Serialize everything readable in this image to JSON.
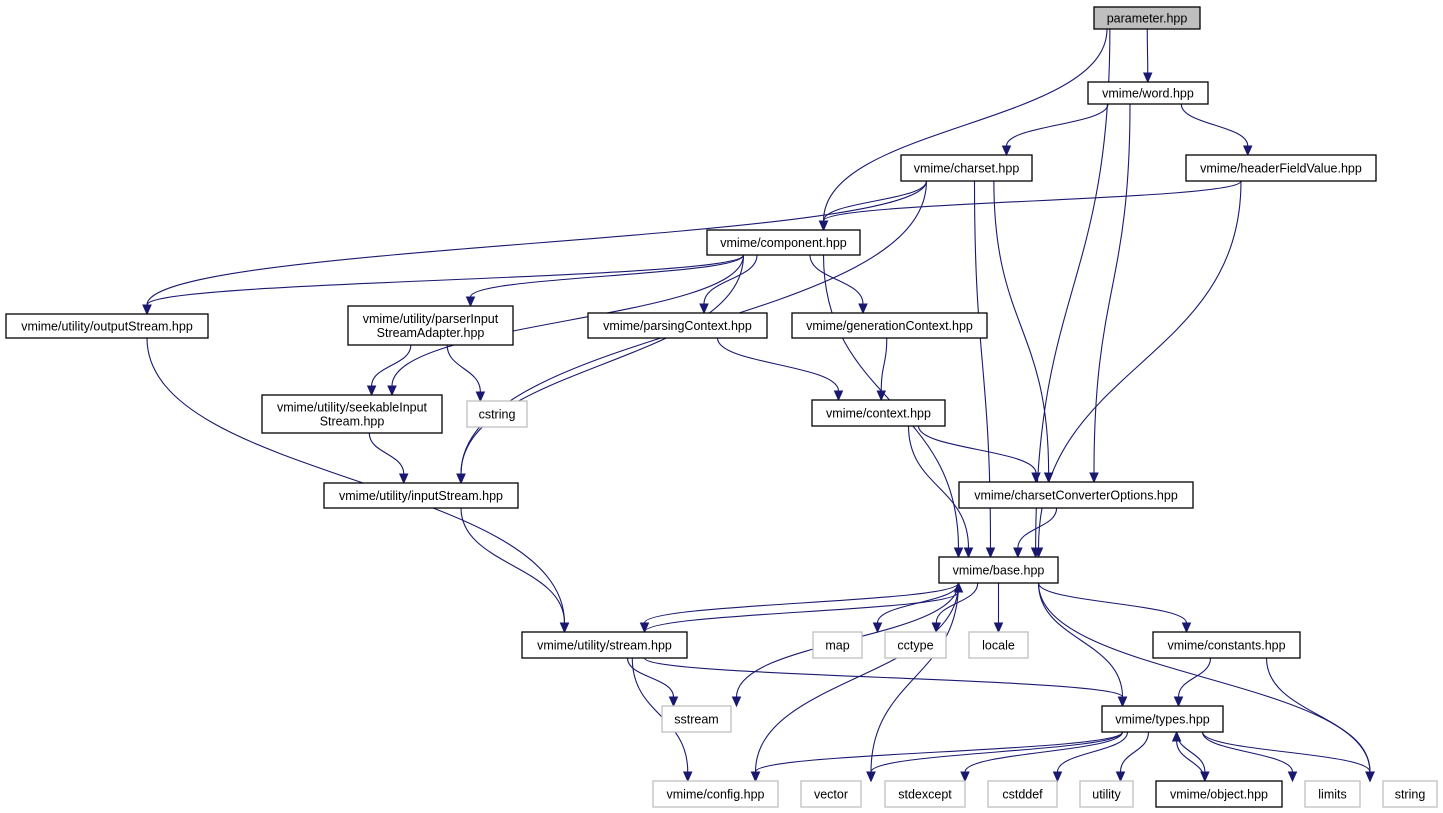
{
  "colors": {
    "edge": "#191970",
    "root_fill": "#bfbfbf",
    "node_border": "#000000",
    "system_border": "#bfbfbf",
    "background": "#ffffff"
  },
  "nodes": {
    "parameter": {
      "lines": [
        "parameter.hpp"
      ],
      "kind": "root"
    },
    "word": {
      "lines": [
        "vmime/word.hpp"
      ],
      "kind": "local"
    },
    "charset": {
      "lines": [
        "vmime/charset.hpp"
      ],
      "kind": "local"
    },
    "headerFieldValue": {
      "lines": [
        "vmime/headerFieldValue.hpp"
      ],
      "kind": "local"
    },
    "component": {
      "lines": [
        "vmime/component.hpp"
      ],
      "kind": "local"
    },
    "outputStream": {
      "lines": [
        "vmime/utility/outputStream.hpp"
      ],
      "kind": "local"
    },
    "parserInputStreamAdapter": {
      "lines": [
        "vmime/utility/parserInput",
        "StreamAdapter.hpp"
      ],
      "kind": "local"
    },
    "parsingContext": {
      "lines": [
        "vmime/parsingContext.hpp"
      ],
      "kind": "local"
    },
    "generationContext": {
      "lines": [
        "vmime/generationContext.hpp"
      ],
      "kind": "local"
    },
    "cstring": {
      "lines": [
        "cstring"
      ],
      "kind": "system"
    },
    "seekableInputStream": {
      "lines": [
        "vmime/utility/seekableInput",
        "Stream.hpp"
      ],
      "kind": "local"
    },
    "context": {
      "lines": [
        "vmime/context.hpp"
      ],
      "kind": "local"
    },
    "inputStream": {
      "lines": [
        "vmime/utility/inputStream.hpp"
      ],
      "kind": "local"
    },
    "charsetConverterOptions": {
      "lines": [
        "vmime/charsetConverterOptions.hpp"
      ],
      "kind": "local"
    },
    "base": {
      "lines": [
        "vmime/base.hpp"
      ],
      "kind": "local"
    },
    "stream": {
      "lines": [
        "vmime/utility/stream.hpp"
      ],
      "kind": "local"
    },
    "map": {
      "lines": [
        "map"
      ],
      "kind": "system"
    },
    "cctype": {
      "lines": [
        "cctype"
      ],
      "kind": "system"
    },
    "locale": {
      "lines": [
        "locale"
      ],
      "kind": "system"
    },
    "constants": {
      "lines": [
        "vmime/constants.hpp"
      ],
      "kind": "local"
    },
    "sstream": {
      "lines": [
        "sstream"
      ],
      "kind": "system"
    },
    "types": {
      "lines": [
        "vmime/types.hpp"
      ],
      "kind": "local"
    },
    "config": {
      "lines": [
        "vmime/config.hpp"
      ],
      "kind": "system"
    },
    "vector": {
      "lines": [
        "vector"
      ],
      "kind": "system"
    },
    "stdexcept": {
      "lines": [
        "stdexcept"
      ],
      "kind": "system"
    },
    "cstddef": {
      "lines": [
        "cstddef"
      ],
      "kind": "system"
    },
    "utility": {
      "lines": [
        "utility"
      ],
      "kind": "system"
    },
    "object": {
      "lines": [
        "vmime/object.hpp"
      ],
      "kind": "local"
    },
    "limits": {
      "lines": [
        "limits"
      ],
      "kind": "system"
    },
    "string": {
      "lines": [
        "string"
      ],
      "kind": "system"
    }
  },
  "edges": [
    [
      "parameter",
      "word"
    ],
    [
      "parameter",
      "component"
    ],
    [
      "parameter",
      "base"
    ],
    [
      "word",
      "charset"
    ],
    [
      "word",
      "headerFieldValue"
    ],
    [
      "word",
      "charsetConverterOptions"
    ],
    [
      "charset",
      "component"
    ],
    [
      "charset",
      "outputStream"
    ],
    [
      "charset",
      "inputStream"
    ],
    [
      "charset",
      "charsetConverterOptions"
    ],
    [
      "charset",
      "base"
    ],
    [
      "headerFieldValue",
      "component"
    ],
    [
      "headerFieldValue",
      "base"
    ],
    [
      "component",
      "outputStream"
    ],
    [
      "component",
      "parserInputStreamAdapter"
    ],
    [
      "component",
      "seekableInputStream"
    ],
    [
      "component",
      "inputStream"
    ],
    [
      "component",
      "parsingContext"
    ],
    [
      "component",
      "generationContext"
    ],
    [
      "component",
      "base"
    ],
    [
      "outputStream",
      "stream"
    ],
    [
      "parserInputStreamAdapter",
      "seekableInputStream"
    ],
    [
      "parserInputStreamAdapter",
      "cstring"
    ],
    [
      "seekableInputStream",
      "inputStream"
    ],
    [
      "parsingContext",
      "context"
    ],
    [
      "generationContext",
      "context"
    ],
    [
      "context",
      "charsetConverterOptions"
    ],
    [
      "context",
      "base"
    ],
    [
      "inputStream",
      "stream"
    ],
    [
      "charsetConverterOptions",
      "base"
    ],
    [
      "base",
      "stream"
    ],
    [
      "base",
      "sstream"
    ],
    [
      "base",
      "config"
    ],
    [
      "base",
      "map"
    ],
    [
      "base",
      "cctype"
    ],
    [
      "base",
      "locale"
    ],
    [
      "base",
      "vector"
    ],
    [
      "base",
      "types"
    ],
    [
      "base",
      "constants"
    ],
    [
      "base",
      "string"
    ],
    [
      "stream",
      "base"
    ],
    [
      "stream",
      "sstream"
    ],
    [
      "stream",
      "config"
    ],
    [
      "stream",
      "types"
    ],
    [
      "constants",
      "types"
    ],
    [
      "constants",
      "string"
    ],
    [
      "types",
      "config"
    ],
    [
      "types",
      "vector"
    ],
    [
      "types",
      "stdexcept"
    ],
    [
      "types",
      "cstddef"
    ],
    [
      "types",
      "utility"
    ],
    [
      "types",
      "object"
    ],
    [
      "types",
      "limits"
    ],
    [
      "types",
      "string"
    ],
    [
      "object",
      "types"
    ]
  ]
}
